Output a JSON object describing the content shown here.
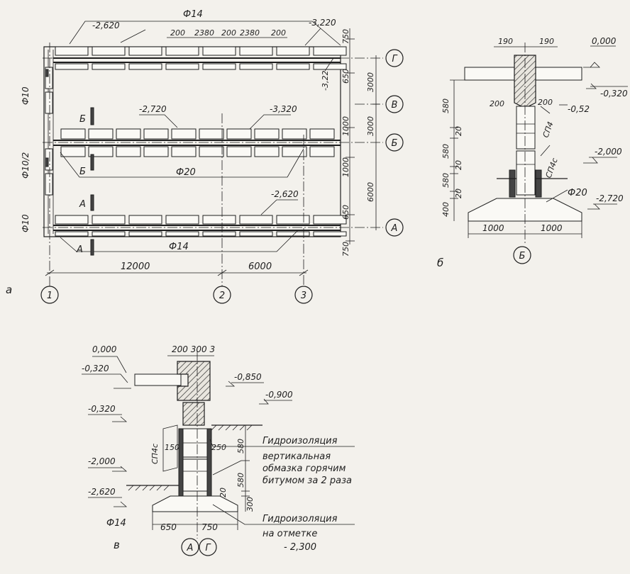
{
  "plan": {
    "panel_label": "а",
    "rebar_top": "Ф14",
    "rebar_bottom": "Ф14",
    "rebar_middle": "Ф20",
    "rebar_left_top": "Ф10",
    "rebar_left_mid": "Ф10/2",
    "rebar_left_bottom": "Ф10",
    "elev_top_left": "-2,620",
    "elev_top_right": "-3,220",
    "elev_top_side": "-3,22",
    "elev_mid_left": "-2,720",
    "elev_mid_right": "-3,320",
    "elev_bot_right": "-2,620",
    "gap_200_a": "200",
    "span_2380_a": "2380",
    "gap_200_b": "200",
    "span_2380_b": "2380",
    "gap_200_c": "200",
    "dim_750_top": "750",
    "dim_650_top": "650",
    "dim_1000_a": "1000",
    "dim_1000_b": "1000",
    "dim_650_bot": "650",
    "dim_750_bot": "750",
    "dim_3000_a": "3000",
    "dim_3000_b": "3000",
    "dim_6000_v": "6000",
    "dim_12000": "12000",
    "dim_6000_h": "6000",
    "axis_G": "Г",
    "axis_V": "В",
    "axis_B": "Б",
    "axis_A": "А",
    "axis_1": "1",
    "axis_2": "2",
    "axis_3": "3",
    "cut_B": "Б",
    "cut_A": "А"
  },
  "section_b": {
    "panel_label": "б",
    "axis": "Б",
    "dim_190_l": "190",
    "dim_190_r": "190",
    "dim_200_l": "200",
    "dim_200_r": "200",
    "elev_0": "0,000",
    "elev_320": "-0,320",
    "elev_052": "-0,52",
    "elev_2000": "-2,000",
    "elev_2720": "-2,720",
    "dim_580_a": "580",
    "dim_20_a": "20",
    "dim_580_b": "580",
    "dim_20_b": "20",
    "dim_580_c": "580",
    "dim_20_c": "20",
    "dim_400": "400",
    "dim_1000_l": "1000",
    "dim_1000_r": "1000",
    "mark_sp4": "СП4",
    "mark_sp4c": "СП4с",
    "rebar": "Ф20"
  },
  "section_v": {
    "panel_label": "в",
    "axis_A": "А",
    "axis_G": "Г",
    "dim_top": "200 300 3",
    "elev_0": "0,000",
    "elev_320_a": "-0,320",
    "elev_320_b": "-0,320",
    "elev_850": "-0,850",
    "elev_900": "-0,900",
    "elev_2000": "-2,000",
    "elev_2620": "-2,620",
    "dim_150": "150",
    "dim_250": "250",
    "dim_580_a": "580",
    "dim_580_b": "580",
    "dim_20": "20",
    "dim_300": "300",
    "dim_650": "650",
    "dim_750": "750",
    "mark_sp4c": "СП4с",
    "rebar": "Ф14",
    "note1_line1": "Гидроизоляция",
    "note1_line2": "вертикальная",
    "note1_line3": "обмазка горячим",
    "note1_line4": "битумом за 2 раза",
    "note2_line1": "Гидроизоляция",
    "note2_line2": "на   отметке",
    "note2_line3": "- 2,300"
  }
}
